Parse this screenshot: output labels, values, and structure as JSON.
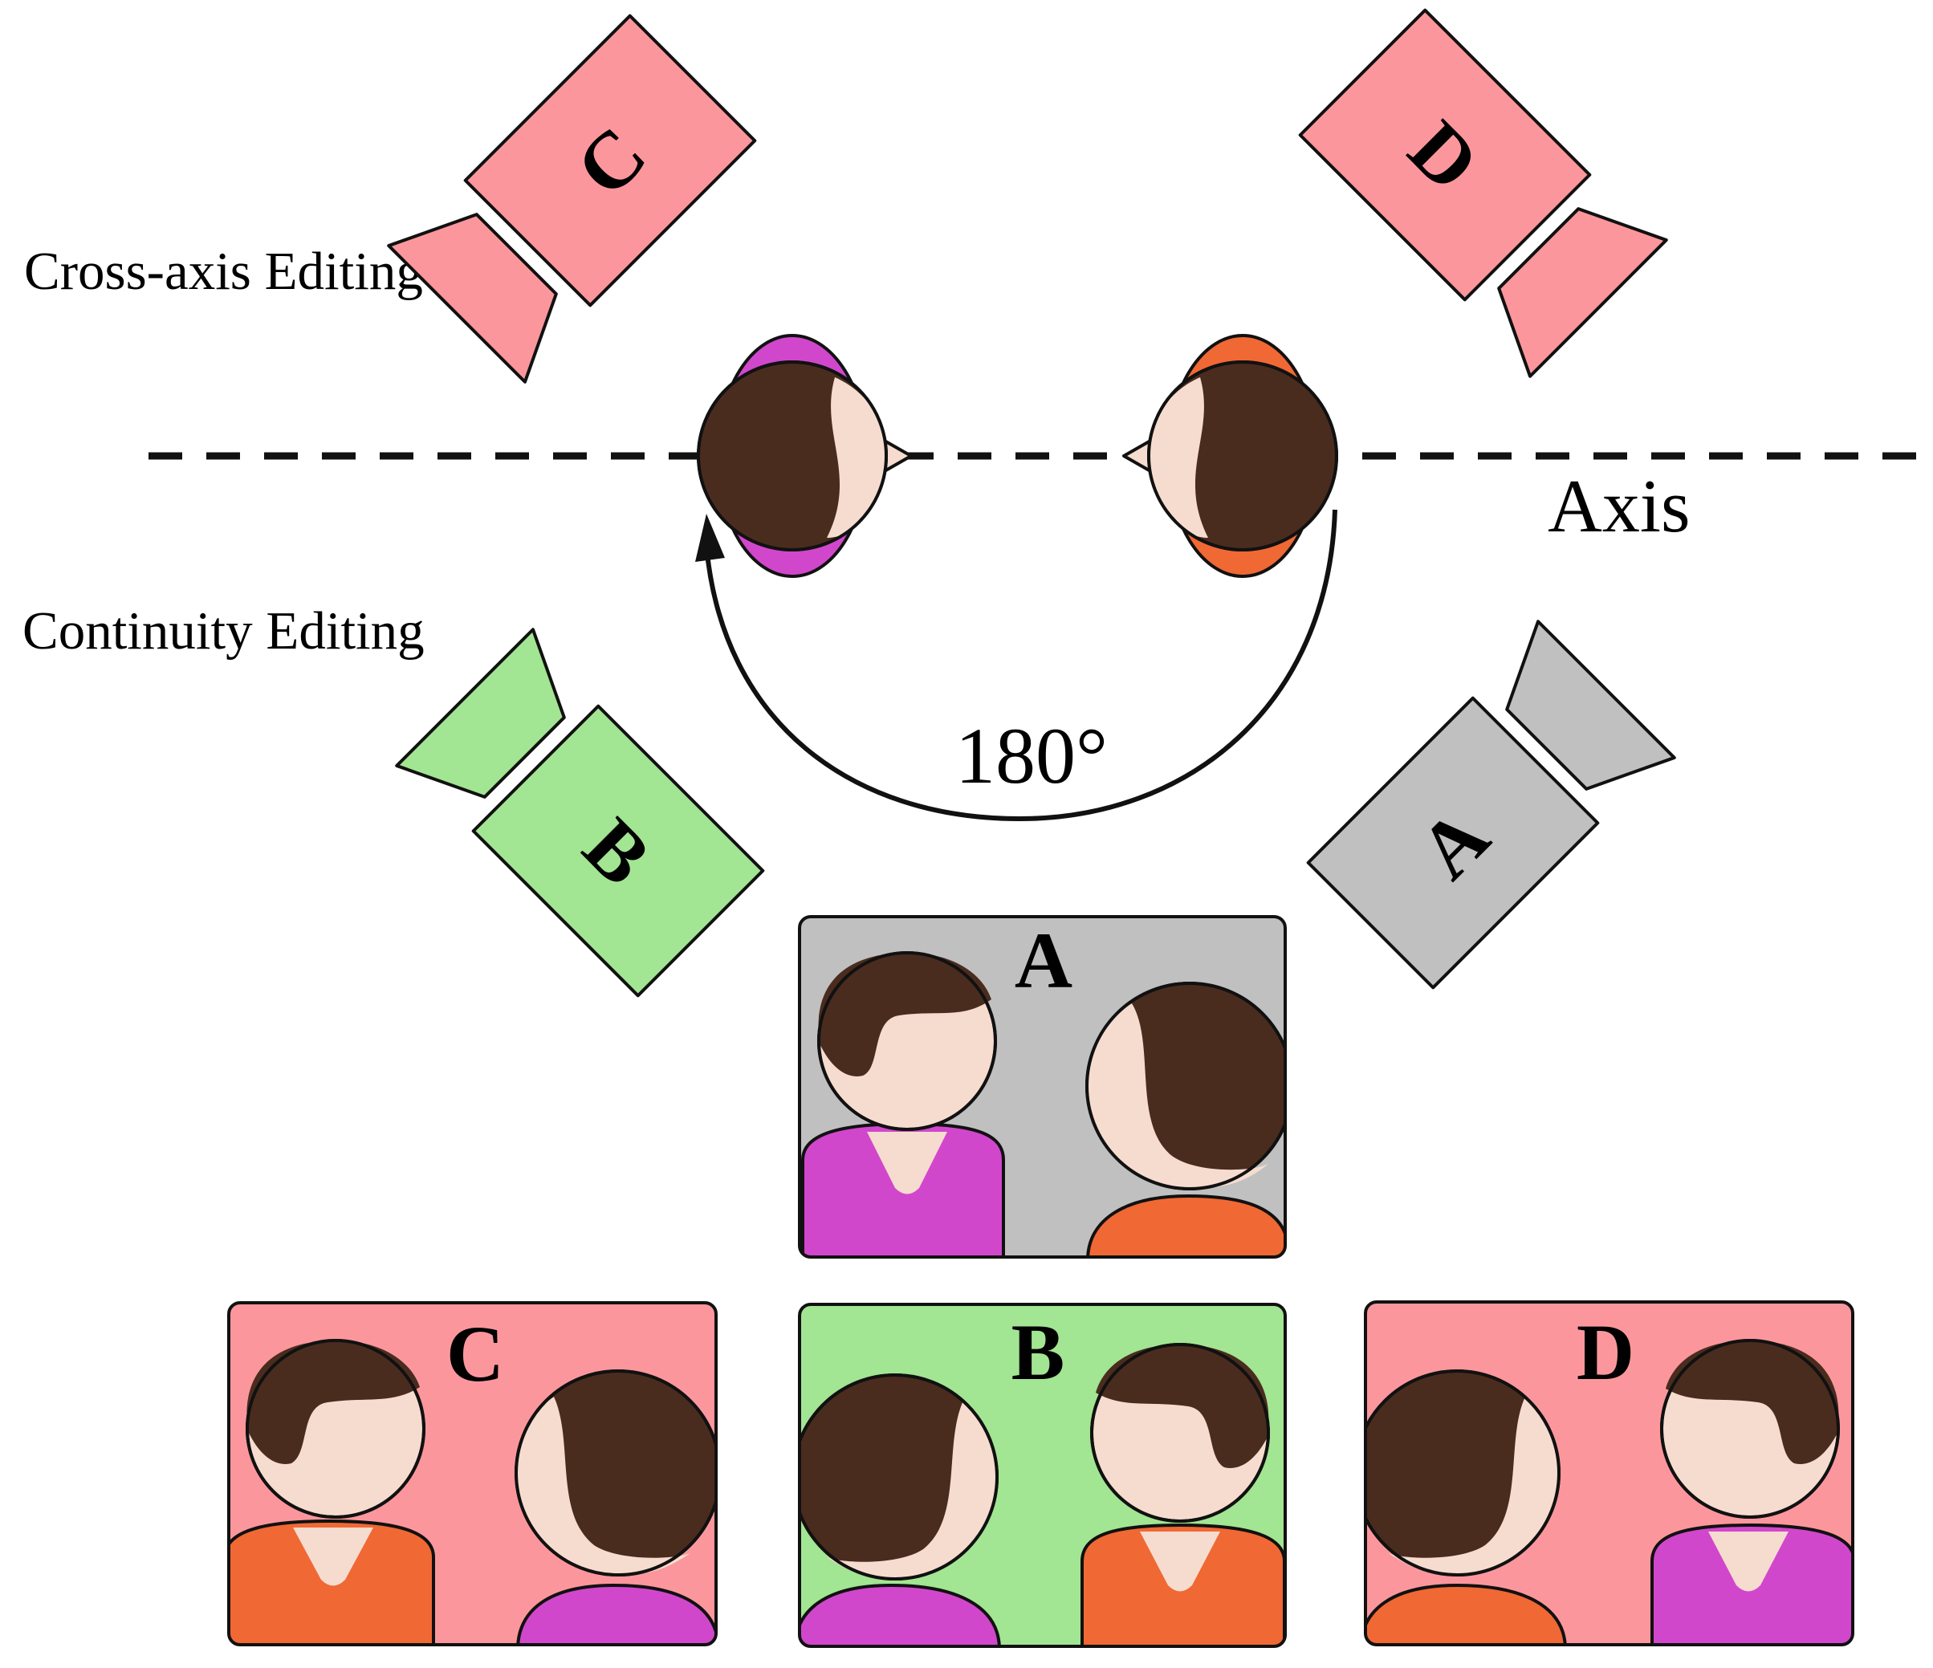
{
  "labels": {
    "cross_axis": "Cross-axis Editing",
    "continuity": "Continuity Editing",
    "axis": "Axis",
    "angle": "180°"
  },
  "cameras": {
    "a": {
      "letter": "A",
      "color": "#c0c0c0"
    },
    "b": {
      "letter": "B",
      "color": "#a2e592"
    },
    "c": {
      "letter": "C",
      "color": "#fb979c"
    },
    "d": {
      "letter": "D",
      "color": "#fb979c"
    }
  },
  "panels": {
    "a": {
      "letter": "A"
    },
    "b": {
      "letter": "B"
    },
    "c": {
      "letter": "C"
    },
    "d": {
      "letter": "D"
    }
  },
  "colors": {
    "hair": "#4a2c1f",
    "skin": "#f6dccf",
    "magenta_shirt": "#d147cc",
    "orange_shirt": "#f06834"
  }
}
